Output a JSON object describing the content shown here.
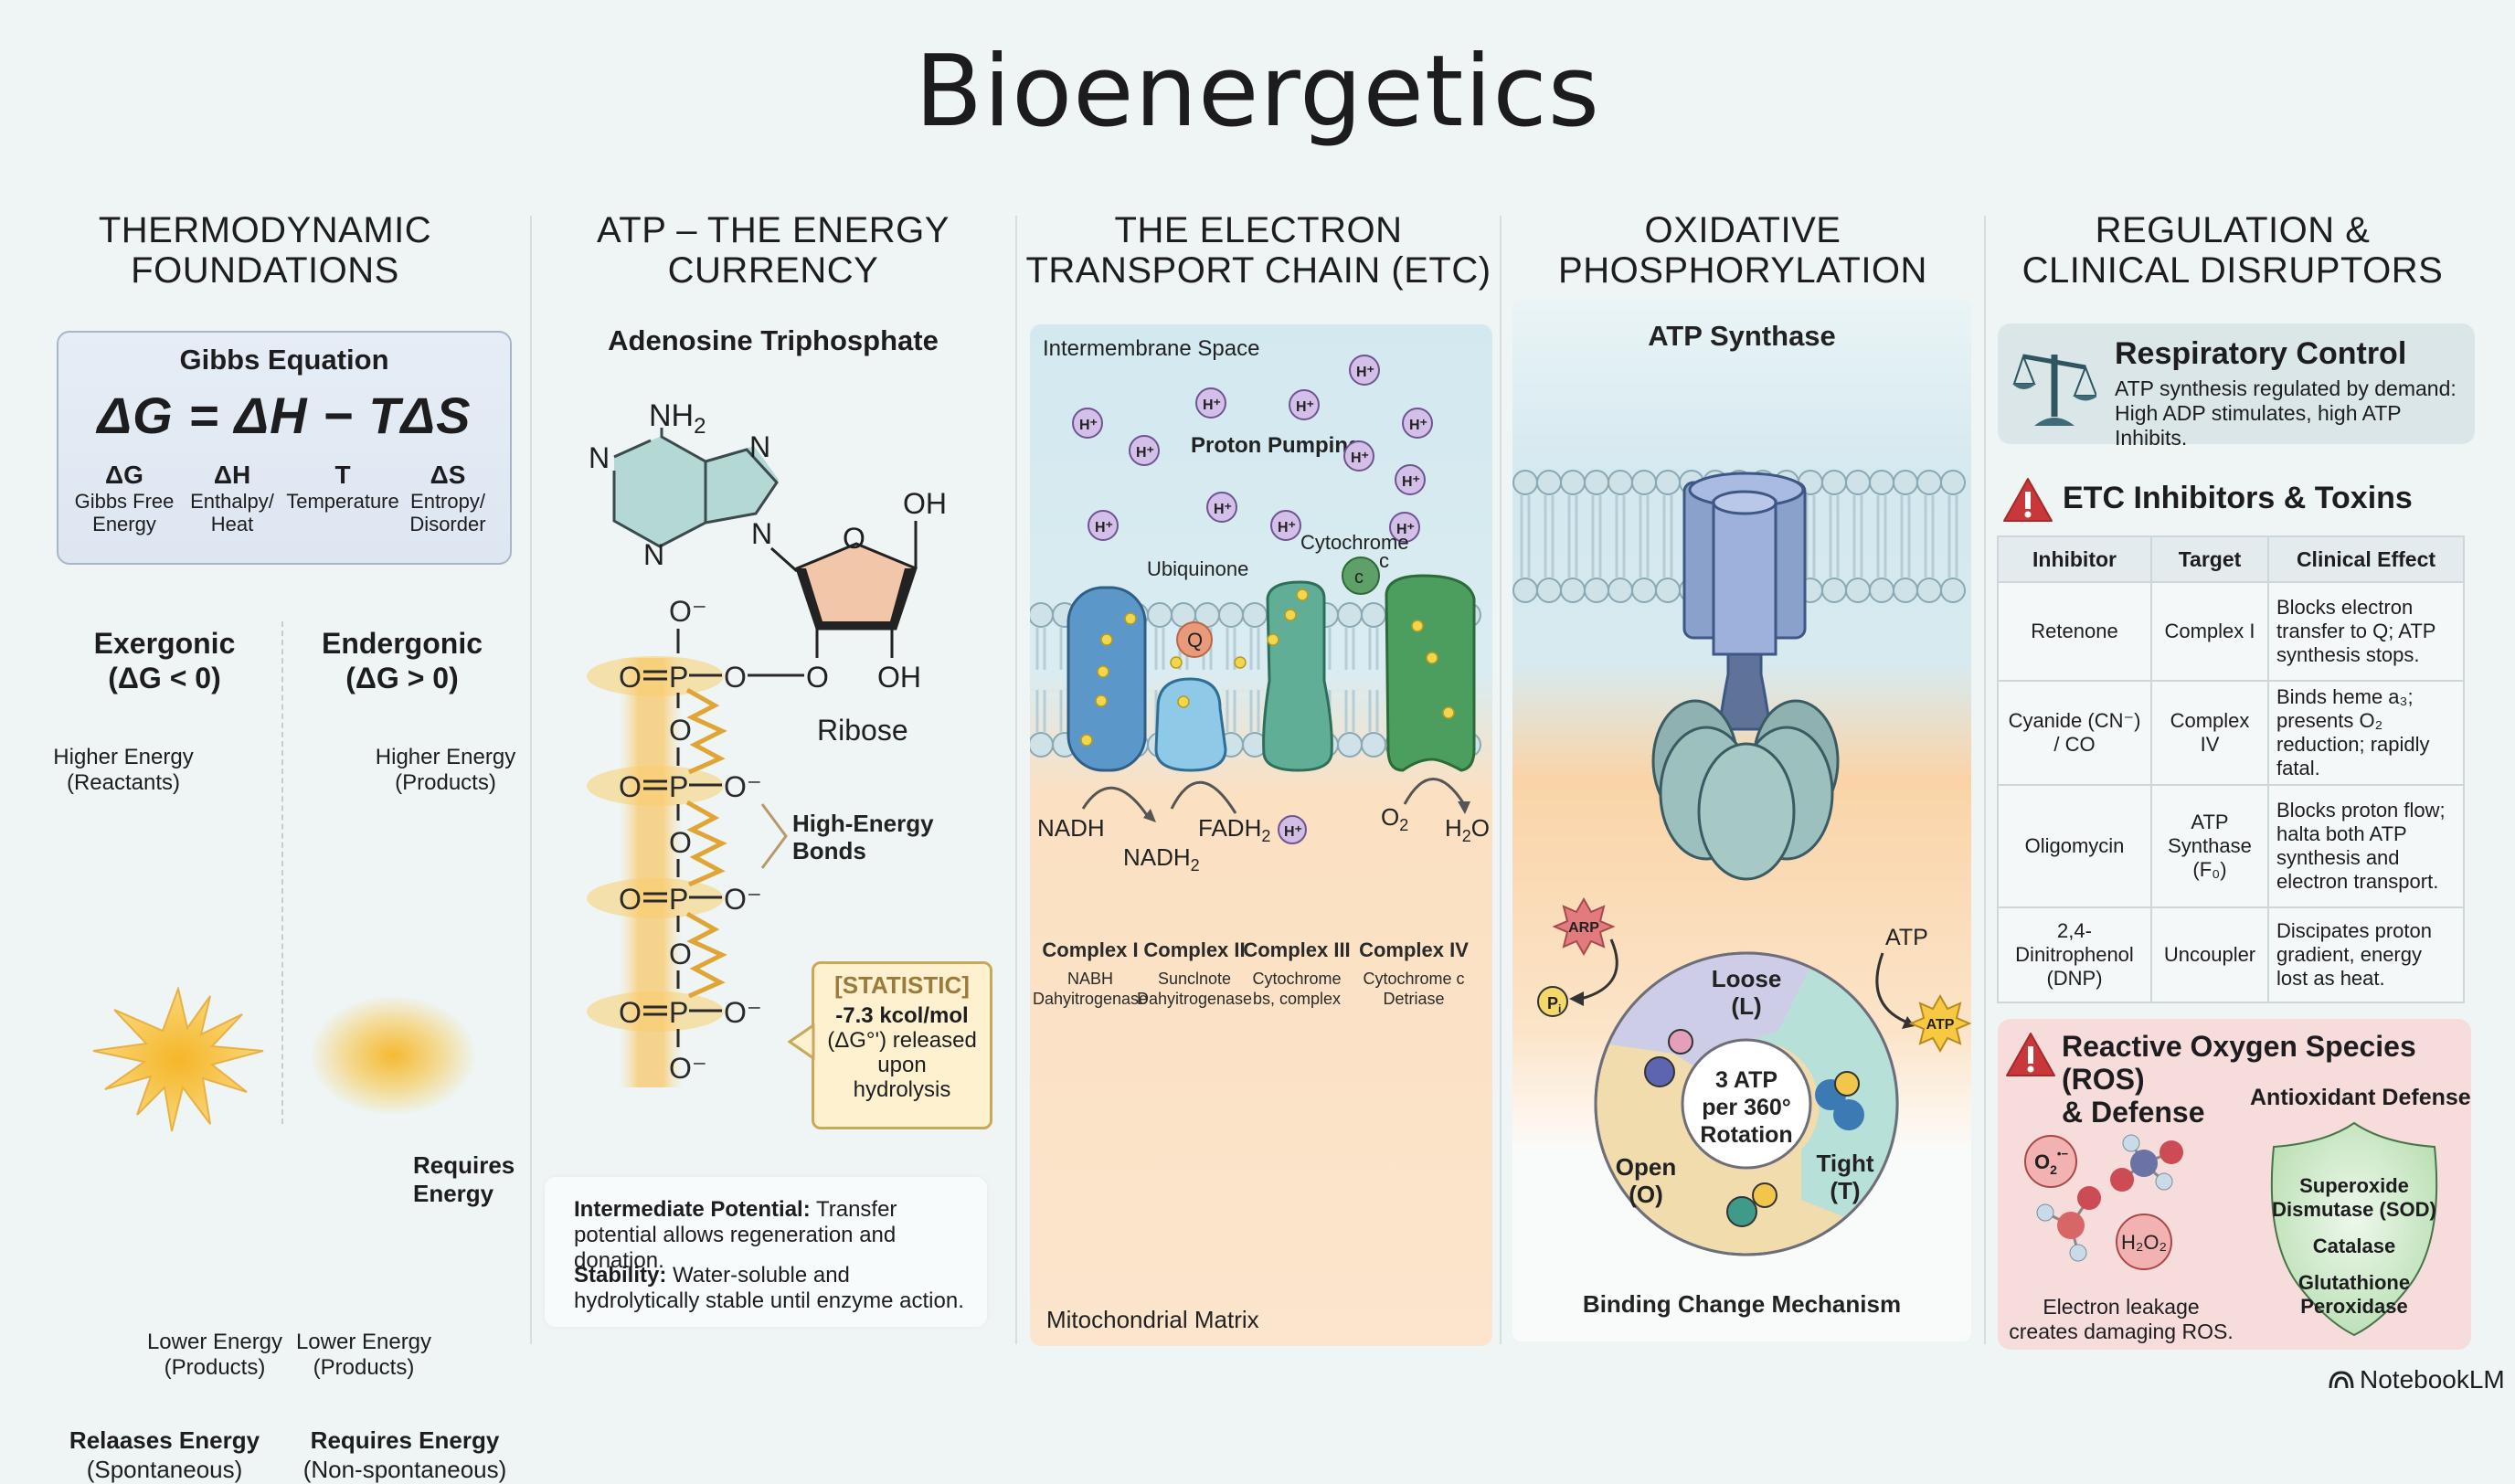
{
  "title": "Bioenergetics",
  "columns": {
    "thermo": {
      "header": [
        "THERMODYNAMIC",
        "FOUNDATIONS"
      ],
      "gibbs_title": "Gibbs Equation",
      "gibbs_equation": "ΔG = ΔH − TΔS",
      "symbols": [
        {
          "sym": "ΔG",
          "desc": [
            "Gibbs Free",
            "Energy"
          ]
        },
        {
          "sym": "ΔH",
          "desc": [
            "Enthalpy/",
            "Heat"
          ]
        },
        {
          "sym": "T",
          "desc": [
            "Temperature",
            ""
          ]
        },
        {
          "sym": "ΔS",
          "desc": [
            "Entropy/",
            "Disorder"
          ]
        }
      ],
      "exergonic": {
        "title": "Exergonic",
        "condition": "(ΔG < 0)",
        "high": [
          "Higher Energy",
          "(Reactants)"
        ],
        "low": [
          "Lower Energy",
          "(Products)"
        ],
        "result": "Relaases Energy",
        "result_sub": "(Spontaneous)"
      },
      "endergonic": {
        "title": "Endergonic",
        "condition": "(ΔG > 0)",
        "high": [
          "Higher Energy",
          "(Products)"
        ],
        "glow_label": [
          "Requires",
          "Energy"
        ],
        "low": [
          "Lower Energy",
          "(Products)"
        ],
        "result": "Requires Energy",
        "result_sub": "(Non-spontaneous)"
      }
    },
    "atp": {
      "header": [
        "ATP – THE ENERGY",
        "CURRENCY"
      ],
      "molecule_title": "Adenosine Triphosphate",
      "labels": {
        "nh2": "NH",
        "nh2_sub": "2",
        "n": "N",
        "o": "O",
        "oh": "OH",
        "p": "P",
        "o_minus": "O⁻",
        "ribose": "Ribose"
      },
      "bonds_label": [
        "High-Energy",
        "Bonds"
      ],
      "statistic": {
        "tag": "[STATISTIC]",
        "lines": [
          "-7.3 kcol/mol",
          "(ΔG°') released",
          "upon",
          "hydrolysis"
        ]
      },
      "notes": [
        {
          "bold": "Intermediate Potential:",
          "text": " Transfer potential allows regeneration and donation."
        },
        {
          "bold": "Stability:",
          "text": " Water-soluble and hydrolytically stable until enzyme action."
        }
      ]
    },
    "etc": {
      "header": [
        "THE ELECTRON",
        "TRANSPORT CHAIN (ETC)"
      ],
      "intermembrane_label": "Intermembrane Space",
      "pumping_label": "Proton Pumping",
      "proton_label": "H⁺",
      "ubiquinone_label": "Ubiquinone",
      "q_label": "Q",
      "cytochrome_label": "Cytochrome",
      "cyt_c_label": "c",
      "cyt_c_inner": "c",
      "nadh": "NADH",
      "nadh2": "NADH",
      "fadh2": "FADH",
      "o2": "O",
      "h2o": "H",
      "h2o_tail": "O",
      "sub2": "2",
      "complexes": [
        {
          "name": "Complex I",
          "desc": [
            "NABH",
            "Dahyitrogenase"
          ]
        },
        {
          "name": "Complex II",
          "desc": [
            "Sunclnote",
            "Dahyitrogenase"
          ]
        },
        {
          "name": "Complex III",
          "desc": [
            "Cytochrome",
            "bs, complex"
          ]
        },
        {
          "name": "Complex IV",
          "desc": [
            "Cytochrome c",
            "Detriase"
          ]
        }
      ],
      "matrix_label": "Mitochondrial Matrix"
    },
    "oxphos": {
      "header": [
        "OXIDATIVE",
        "PHOSPHORYLATION"
      ],
      "synthase_title": "ATP Synthase",
      "states": {
        "loose": [
          "Loose",
          "(L)"
        ],
        "tight": [
          "Tight",
          "(T)"
        ],
        "open": [
          "Open",
          "(O)"
        ]
      },
      "center": [
        "3 ATP",
        "per 360°",
        "Rotation"
      ],
      "adp_label": "ARP",
      "pi_label": "P",
      "pi_sub": "i",
      "atp_in_label": "ATP",
      "atp_out_label": "ATP",
      "mechanism_label": "Binding Change Mechanism"
    },
    "regulation": {
      "header": [
        "REGULATION &",
        "CLINICAL DISRUPTORS"
      ],
      "respiratory": {
        "title": "Respiratory Control",
        "lines": [
          "ATP synthesis regulated by demand:",
          "High ADP stimulates, high ATP Inhibits."
        ]
      },
      "inhibitors_title": "ETC Inhibitors & Toxins",
      "table": {
        "headers": [
          "Inhibitor",
          "Target",
          "Clinical Effect"
        ],
        "rows": [
          {
            "inhibitor": "Retenone",
            "target": "Complex I",
            "effect": "Blocks electron transfer to Q; ATP synthesis stops."
          },
          {
            "inhibitor": "Cyanide (CN⁻) / CO",
            "target": "Complex IV",
            "effect": "Binds heme a₃; presents O₂ reduction; rapidly fatal."
          },
          {
            "inhibitor": "Oligomycin",
            "target": "ATP Synthase (F₀)",
            "effect": "Blocks proton flow; halta both ATP synthesis and electron transport."
          },
          {
            "inhibitor": "2,4-Dinitrophenol (DNP)",
            "target": "Uncoupler",
            "effect": "Discipates proton gradient, energy lost as heat."
          }
        ]
      },
      "ros": {
        "title": [
          "Reactive Oxygen Species (ROS)",
          "& Defense"
        ],
        "antioxidant_title": "Antioxidant Defense",
        "superoxide": "O",
        "superoxide_sub": "2",
        "superoxide_sup": "•−",
        "peroxide": "H₂O₂",
        "leak_text": [
          "Electron leakage",
          "creates damaging ROS."
        ],
        "enzymes": [
          [
            "Superoxide",
            "Dismutase (SOD)"
          ],
          [
            "Catalase"
          ],
          [
            "Glutathione",
            "Peroxidase"
          ]
        ]
      }
    }
  },
  "watermark": "NotebookLM",
  "colors": {
    "background": "#eef5f4",
    "proton": "#c8b6e0",
    "sunburst": "#f6bf3a",
    "warning": "#c8383a",
    "ros_card": "#f6dcdb",
    "shield": "#cde9c8",
    "statistic_border": "#c9a85b"
  }
}
